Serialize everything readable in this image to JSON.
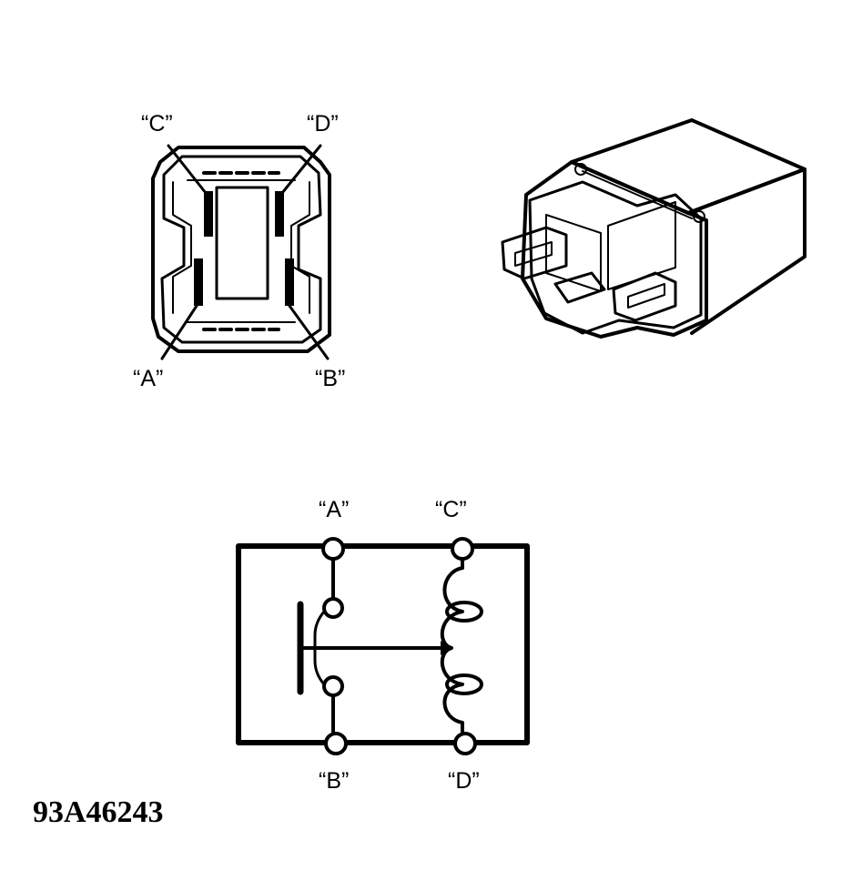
{
  "connector_view": {
    "labels": {
      "c": "“C”",
      "d": "“D”",
      "a": "“A”",
      "b": "“B”"
    }
  },
  "relay_3d": {},
  "schematic": {
    "terminals": {
      "a": "“A”",
      "c": "“C”",
      "b": "“B”",
      "d": "“D”"
    }
  },
  "figure_code": "93A46243"
}
